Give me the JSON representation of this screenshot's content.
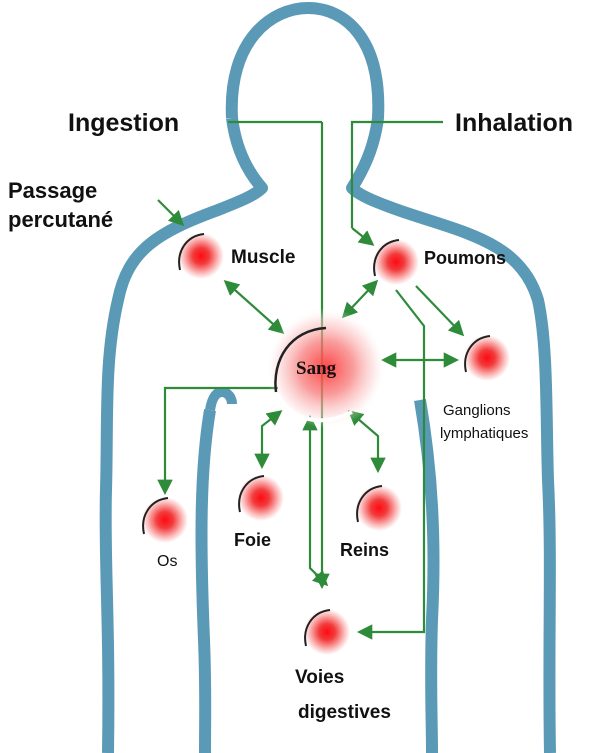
{
  "inputs": {
    "ingestion": "Ingestion",
    "inhalation": "Inhalation",
    "percutaneous_line1": "Passage",
    "percutaneous_line2": "percutané"
  },
  "organs": {
    "sang": "Sang",
    "muscle": "Muscle",
    "poumons": "Poumons",
    "ganglions_line1": "Ganglions",
    "ganglions_line2": "lymphatiques",
    "os": "Os",
    "foie": "Foie",
    "reins": "Reins",
    "voies_line1": "Voies",
    "voies_line2": "digestives"
  },
  "colors": {
    "body_outline": "#5b9ab6",
    "arrow": "#2e8b3a",
    "node_core": "#e8101a"
  }
}
